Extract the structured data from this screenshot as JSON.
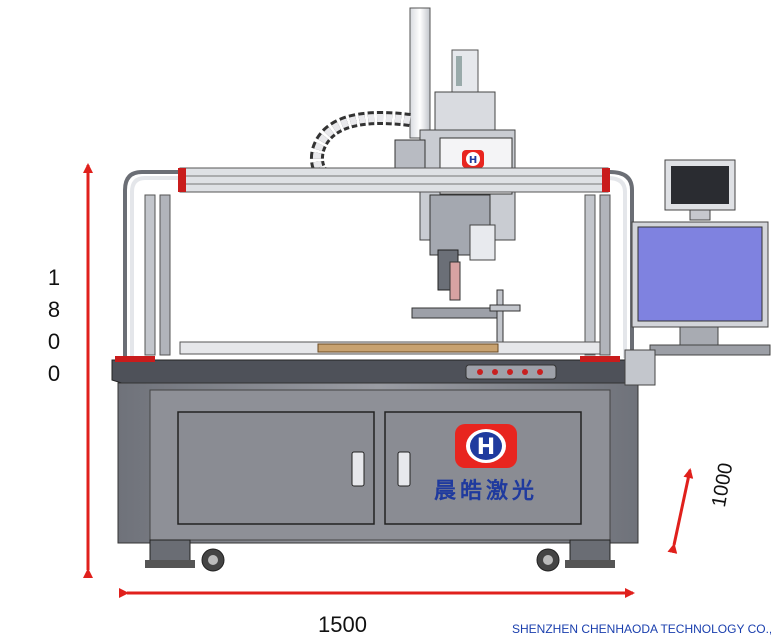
{
  "dimensions": {
    "height_digits": [
      "1",
      "8",
      "0",
      "0"
    ],
    "width": "1500",
    "depth": "1000"
  },
  "brand": {
    "logo_letter": "H",
    "name_cn": "晨皓激光",
    "company": "SHENZHEN CHENHAODA TECHNOLOGY CO.,"
  },
  "colors": {
    "arrow": "#e0201c",
    "logo_red": "#e8251f",
    "logo_blue": "#1f3a9e",
    "machine_gray": "#8d9097",
    "monitor_screen": "#7f82e0",
    "company_text": "#1a3fae"
  }
}
